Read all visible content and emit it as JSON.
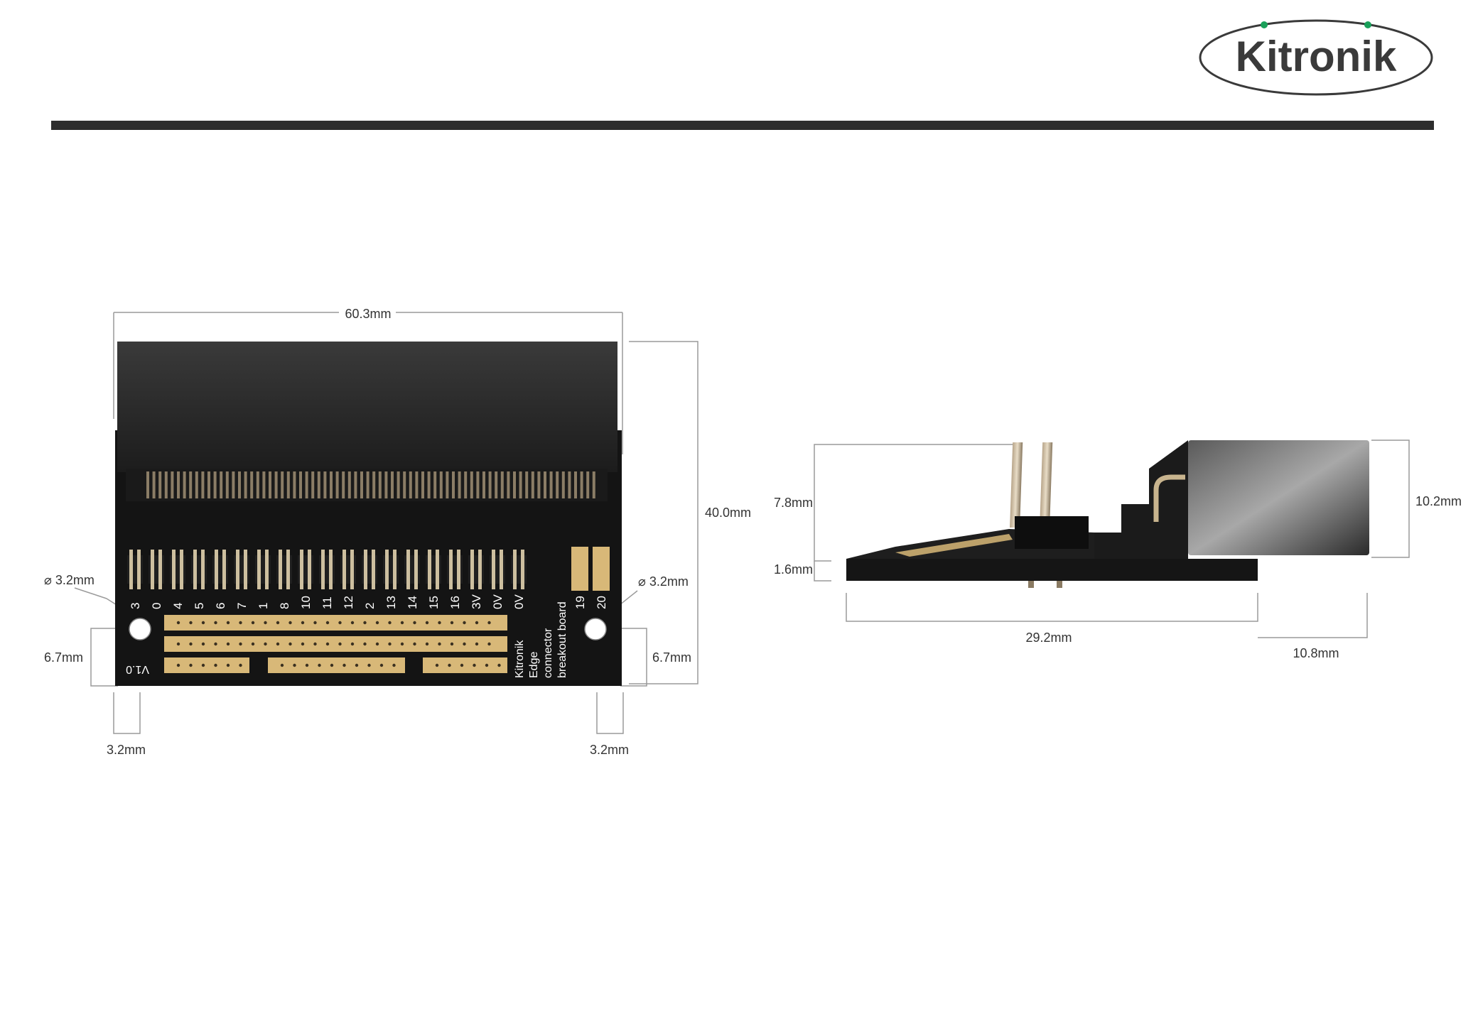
{
  "brand": {
    "name": "Kitronik",
    "colors": {
      "ink": "#3a3a3a",
      "dots": "#1aa05a",
      "rule": "#2e2e2e"
    }
  },
  "top_view": {
    "dimensions": {
      "width": "60.3mm",
      "height": "40.0mm",
      "hole_left": "⌀ 3.2mm",
      "hole_right": "⌀ 3.2mm",
      "hole_y_left": "6.7mm",
      "hole_y_right": "6.7mm",
      "hole_x_left": "3.2mm",
      "hole_x_right": "3.2mm"
    },
    "pin_labels": [
      "3",
      "0",
      "4",
      "5",
      "6",
      "7",
      "1",
      "8",
      "10",
      "11",
      "12",
      "2",
      "13",
      "14",
      "15",
      "16",
      "3V",
      "0V",
      "0V"
    ],
    "extra_pin_labels": [
      "19",
      "20"
    ],
    "silkscreen": [
      "Kitronik",
      "Edge",
      "connector",
      "breakout board"
    ],
    "version": "V1.0",
    "colors": {
      "board": "#141414",
      "gold": "#d8b878",
      "connector": "#2a2a2a"
    }
  },
  "side_view": {
    "dimensions": {
      "header_height": "7.8mm",
      "pcb_thickness": "1.6mm",
      "connector_height": "10.2mm",
      "length": "29.2mm",
      "overhang": "10.8mm"
    }
  }
}
